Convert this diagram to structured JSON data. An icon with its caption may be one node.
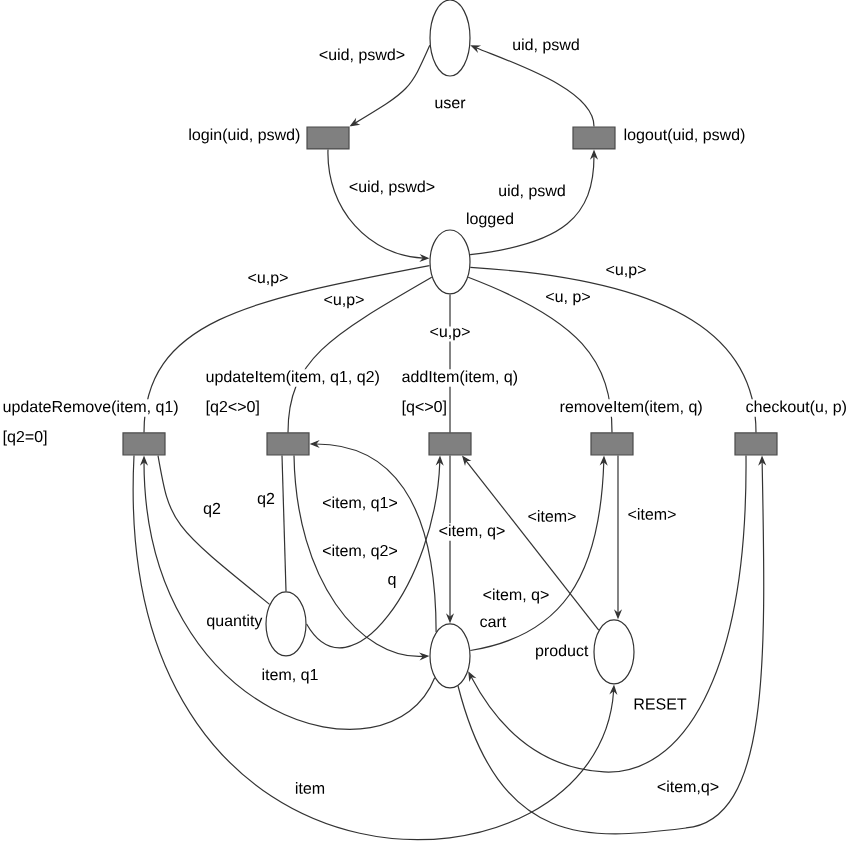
{
  "diagram": {
    "nodes": [
      {
        "text": [],
        "shape": "circle",
        "beside": [
          "user"
        ]
      },
      {
        "text": [],
        "shape": "bar",
        "beside": [
          "login(uid, pswd)"
        ]
      },
      {
        "text": [],
        "shape": "bar",
        "beside": [
          "logout(uid, pswd)"
        ]
      },
      {
        "text": [],
        "shape": "circle",
        "beside": [
          "logged"
        ]
      },
      {
        "text": [],
        "shape": "bar",
        "beside": [
          "updateRemove(item, q1)",
          "[q2=0]"
        ]
      },
      {
        "text": [],
        "shape": "bar",
        "beside": [
          "updateItem(item, q1, q2)",
          "[q2<>0]"
        ]
      },
      {
        "text": [],
        "shape": "bar",
        "beside": [
          "addItem(item, q)",
          "[q<>0]"
        ]
      },
      {
        "text": [],
        "shape": "bar",
        "beside": [
          "removeItem(item, q)"
        ]
      },
      {
        "text": [],
        "shape": "bar",
        "beside": [
          "checkout(u, p)"
        ]
      },
      {
        "text": [],
        "shape": "circle",
        "beside": [
          "quantity"
        ]
      },
      {
        "text": [],
        "shape": "circle",
        "beside": [
          "cart"
        ]
      },
      {
        "text": [],
        "shape": "circle",
        "beside": [
          "product"
        ]
      }
    ],
    "edges": [
      {
        "from": 0,
        "to": 1,
        "arrow": "to",
        "label": "<uid, pswd>"
      },
      {
        "from": 1,
        "to": 3,
        "arrow": "to",
        "label": "<uid, pswd>"
      },
      {
        "from": 3,
        "to": 2,
        "arrow": "to",
        "label": "uid, pswd"
      },
      {
        "from": 2,
        "to": 0,
        "arrow": "to",
        "label": "uid, pswd"
      },
      {
        "from": 3,
        "to": 4,
        "arrow": "none",
        "label": "<u,p>"
      },
      {
        "from": 3,
        "to": 5,
        "arrow": "none",
        "label": "<u,p>"
      },
      {
        "from": 3,
        "to": 6,
        "arrow": "none",
        "label": "<u,p>"
      },
      {
        "from": 3,
        "to": 7,
        "arrow": "none",
        "label": "<u, p>"
      },
      {
        "from": 3,
        "to": 8,
        "arrow": "none",
        "label": "<u,p>"
      },
      {
        "from": 9,
        "to": 4,
        "arrow": "none",
        "label": "q2"
      },
      {
        "from": 10,
        "to": 4,
        "arrow": "to",
        "label": "item, q1"
      },
      {
        "from": 4,
        "to": 11,
        "arrow": "to",
        "label": "item"
      },
      {
        "from": 9,
        "to": 5,
        "arrow": "none",
        "label": "q2"
      },
      {
        "from": 10,
        "to": 5,
        "arrow": "to",
        "label": "<item, q1>"
      },
      {
        "from": 5,
        "to": 10,
        "arrow": "to",
        "label": "<item, q2>"
      },
      {
        "from": 9,
        "to": 6,
        "arrow": "to",
        "label": "q"
      },
      {
        "from": 11,
        "to": 6,
        "arrow": "to",
        "label": "<item>"
      },
      {
        "from": 6,
        "to": 10,
        "arrow": "to",
        "label": "<item, q>"
      },
      {
        "from": 10,
        "to": 7,
        "arrow": "to",
        "label": "<item, q>"
      },
      {
        "from": 7,
        "to": 11,
        "arrow": "to",
        "label": "<item>"
      },
      {
        "from": 10,
        "to": 8,
        "arrow": "to",
        "label": "<item,q>"
      },
      {
        "from": 8,
        "to": 10,
        "arrow": "to",
        "label": "RESET"
      }
    ]
  }
}
